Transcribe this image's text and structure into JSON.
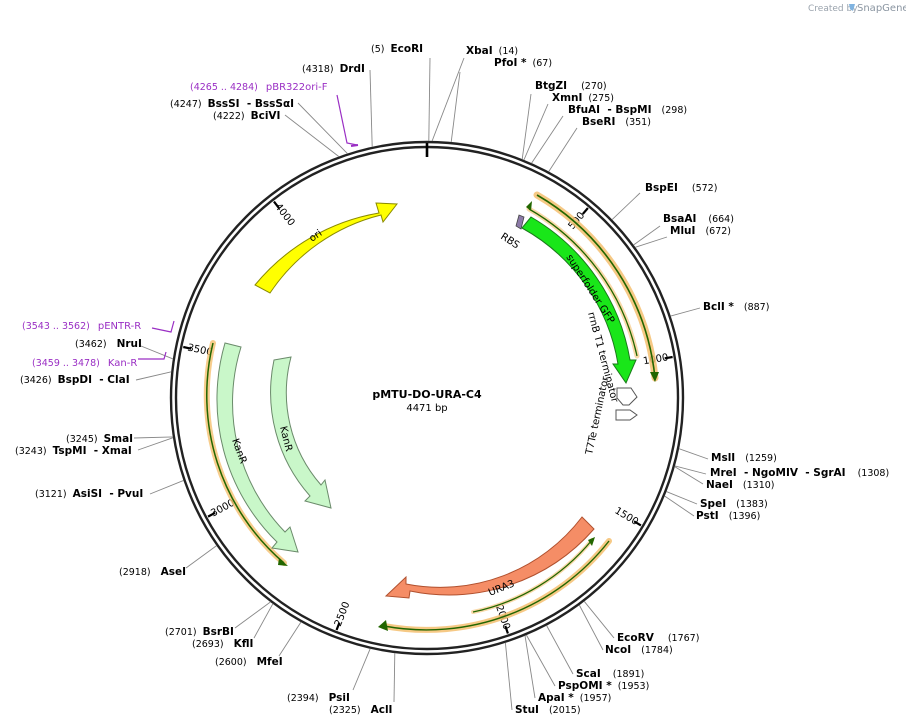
{
  "branding": {
    "created_by": "Created by",
    "product": "SnapGene"
  },
  "plasmid": {
    "name": "pMTU-DO-URA-C4",
    "length_label": "4471 bp"
  },
  "ticks": [
    {
      "label": "500",
      "pos": 500
    },
    {
      "label": "1000",
      "pos": 1000
    },
    {
      "label": "1500",
      "pos": 1500
    },
    {
      "label": "2000",
      "pos": 2000
    },
    {
      "label": "2500",
      "pos": 2500
    },
    {
      "label": "3000",
      "pos": 3000
    },
    {
      "label": "3500",
      "pos": 3500
    },
    {
      "label": "4000",
      "pos": 4000
    }
  ],
  "sites": [
    {
      "name": "EcoRI",
      "pos_text": "(5)",
      "pos": 5
    },
    {
      "name": "XbaI",
      "pos_text": "(14)",
      "pos": 14
    },
    {
      "name": "PfoI *",
      "pos_text": "(67)",
      "pos": 67
    },
    {
      "name": "BtgZI",
      "pos_text": "(270)",
      "pos": 270
    },
    {
      "name": "XmnI",
      "pos_text": "(275)",
      "pos": 275
    },
    {
      "name": "BfuAI  - BspMI",
      "pos_text": "(298)",
      "pos": 298
    },
    {
      "name": "BseRI",
      "pos_text": "(351)",
      "pos": 351
    },
    {
      "name": "BspEI",
      "pos_text": "(572)",
      "pos": 572
    },
    {
      "name": "BsaAI",
      "pos_text": "(664)",
      "pos": 664
    },
    {
      "name": "MluI",
      "pos_text": "(672)",
      "pos": 672
    },
    {
      "name": "BclI *",
      "pos_text": "(887)",
      "pos": 887
    },
    {
      "name": "MslI",
      "pos_text": "(1259)",
      "pos": 1259
    },
    {
      "name": "MreI  - NgoMIV  - SgrAI",
      "pos_text": "(1308)",
      "pos": 1308
    },
    {
      "name": "NaeI",
      "pos_text": "(1310)",
      "pos": 1310
    },
    {
      "name": "SpeI",
      "pos_text": "(1383)",
      "pos": 1383
    },
    {
      "name": "PstI",
      "pos_text": "(1396)",
      "pos": 1396
    },
    {
      "name": "EcoRV",
      "pos_text": "(1767)",
      "pos": 1767
    },
    {
      "name": "NcoI",
      "pos_text": "(1784)",
      "pos": 1784
    },
    {
      "name": "ScaI",
      "pos_text": "(1891)",
      "pos": 1891
    },
    {
      "name": "PspOMI *",
      "pos_text": "(1953)",
      "pos": 1953
    },
    {
      "name": "ApaI *",
      "pos_text": "(1957)",
      "pos": 1957
    },
    {
      "name": "StuI",
      "pos_text": "(2015)",
      "pos": 2015
    },
    {
      "name": "AclI",
      "pos_text": "(2325)",
      "pos": 2325
    },
    {
      "name": "PsiI",
      "pos_text": "(2394)",
      "pos": 2394
    },
    {
      "name": "MfeI",
      "pos_text": "(2600)",
      "pos": 2600
    },
    {
      "name": "KflI",
      "pos_text": "(2693)",
      "pos": 2693
    },
    {
      "name": "BsrBI",
      "pos_text": "(2701)",
      "pos": 2701
    },
    {
      "name": "AseI",
      "pos_text": "(2918)",
      "pos": 2918
    },
    {
      "name": "AsiSI  - PvuI",
      "pos_text": "(3121)",
      "pos": 3121
    },
    {
      "name": "TspMI  - XmaI",
      "pos_text": "(3243)",
      "pos": 3243
    },
    {
      "name": "SmaI",
      "pos_text": "(3245)",
      "pos": 3245
    },
    {
      "name": "BspDI  - ClaI",
      "pos_text": "(3426)",
      "pos": 3426
    },
    {
      "name": "NruI",
      "pos_text": "(3462)",
      "pos": 3462
    },
    {
      "name": "BciVI",
      "pos_text": "(4222)",
      "pos": 4222
    },
    {
      "name": "BssSI  - BssSαI",
      "pos_text": "(4247)",
      "pos": 4247
    },
    {
      "name": "DrdI",
      "pos_text": "(4318)",
      "pos": 4318
    }
  ],
  "primers": [
    {
      "name": "pBR322ori-F",
      "range_text": "(4265 .. 4284)"
    },
    {
      "name": "pENTR-R",
      "range_text": "(3543 .. 3562)"
    },
    {
      "name": "Kan-R",
      "range_text": "(3459 .. 3478)"
    }
  ],
  "features": [
    {
      "name": "superfolder GFP",
      "color": "#19e619"
    },
    {
      "name": "RBS",
      "color": "#8c7aa8"
    },
    {
      "name": "rrnB T1 terminator",
      "color": "#ffffff"
    },
    {
      "name": "T7Te terminator",
      "color": "#ffffff"
    },
    {
      "name": "URA3",
      "color": "#f58d66"
    },
    {
      "name": "KanR",
      "color": "#c9f7c9"
    },
    {
      "name": "KanR",
      "color": "#c9f7c9"
    },
    {
      "name": "ori",
      "color": "#ffff00"
    }
  ],
  "colors": {
    "orf_outline": "#f5c070",
    "orf_line": "#226600",
    "primer": "#9a2fc4",
    "backbone": "#222222"
  }
}
